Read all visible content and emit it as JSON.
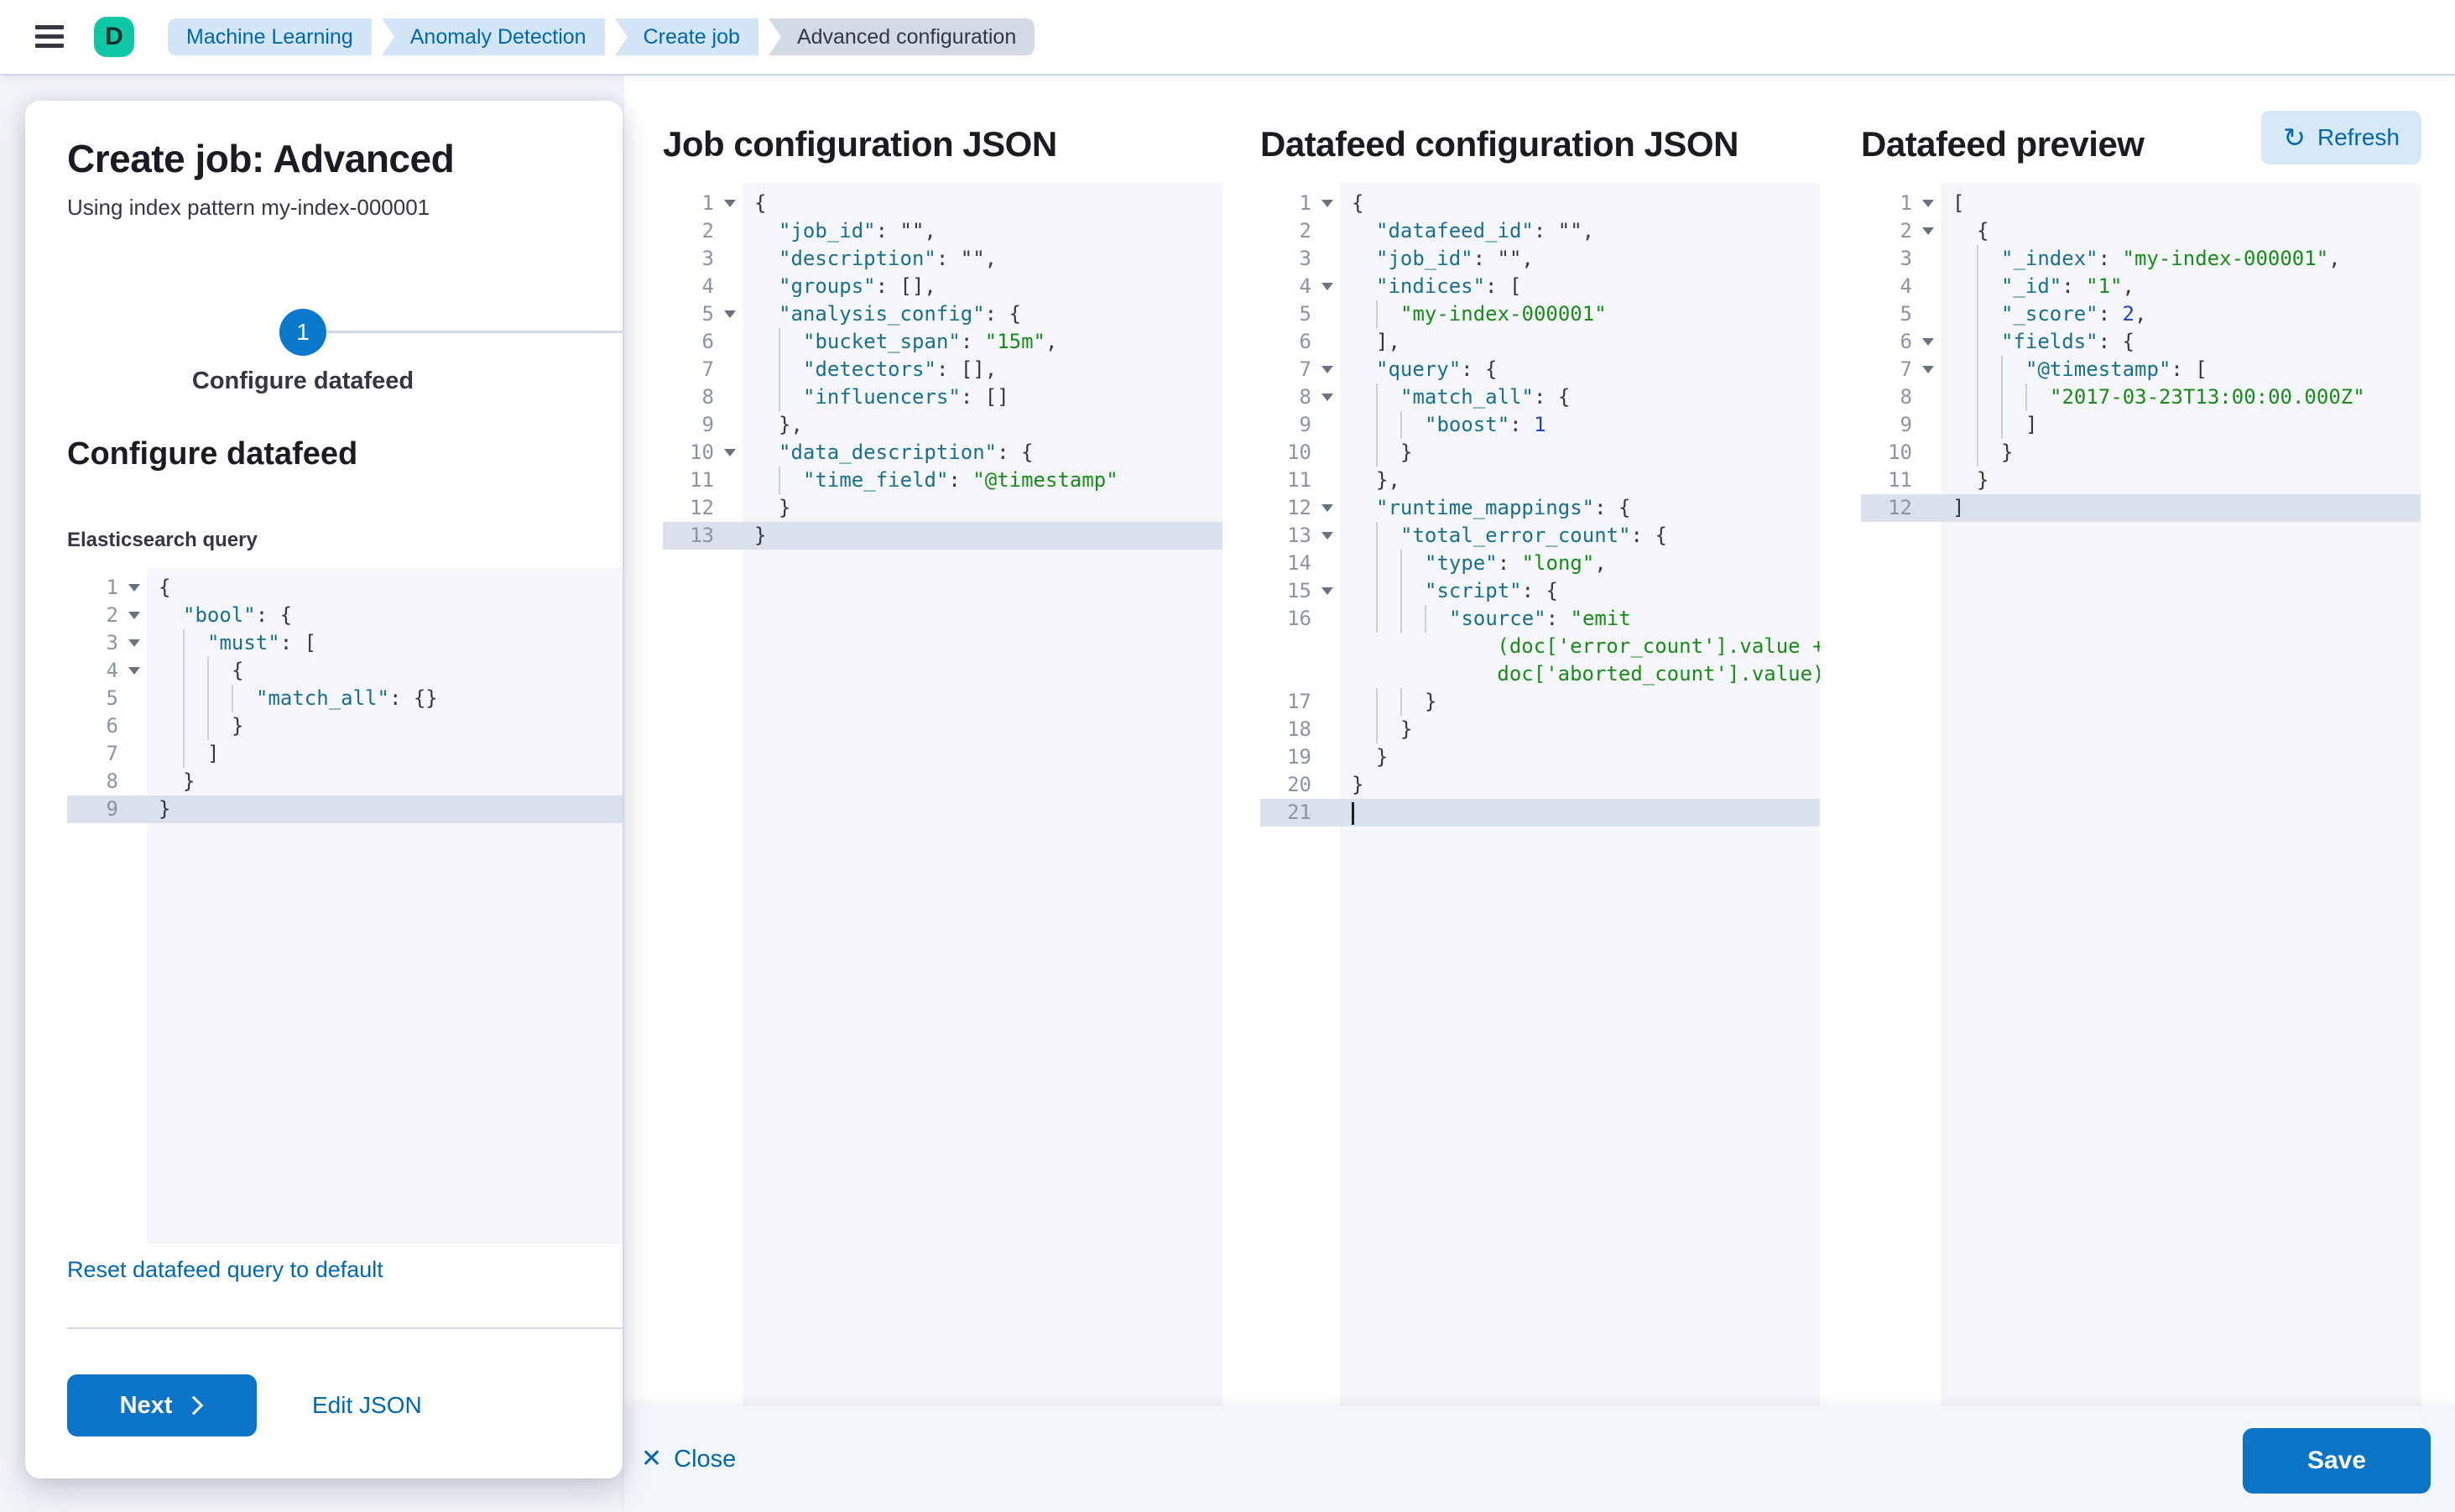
{
  "header": {
    "avatar_initial": "D",
    "breadcrumbs": [
      {
        "label": "Machine Learning",
        "style": "blue"
      },
      {
        "label": "Anomaly Detection",
        "style": "blue"
      },
      {
        "label": "Create job",
        "style": "blue"
      },
      {
        "label": "Advanced configuration",
        "style": "gray"
      }
    ]
  },
  "flyout": {
    "title": "Create job: Advanced",
    "subtitle": "Using index pattern my-index-000001",
    "step_number": "1",
    "step_label": "Configure datafeed",
    "section_heading": "Configure datafeed",
    "query_label": "Elasticsearch query",
    "reset_link": "Reset datafeed query to default",
    "next_button": "Next",
    "edit_json_button": "Edit JSON"
  },
  "columns": {
    "job_config_title": "Job configuration JSON",
    "datafeed_config_title": "Datafeed configuration JSON",
    "preview_title": "Datafeed preview",
    "refresh_button": "Refresh",
    "refresh_icon": "↻"
  },
  "footer": {
    "close_button": "Close",
    "close_icon": "✕",
    "save_button": "Save"
  },
  "colors": {
    "primary_button": "#0b74c6",
    "link_blue": "#0068b1",
    "breadcrumb_blue_bg": "#d2e6f8",
    "breadcrumb_gray_bg": "#d3dae6",
    "avatar_green": "#10c7a5",
    "step_circle_blue": "#0b79cb",
    "editor_bg": "#f4f6fa",
    "active_line_bg": "#dbe1ec",
    "code_key": "#19708e",
    "code_string": "#188c18",
    "code_number": "#2540c8",
    "code_punct": "#343741"
  },
  "editors": {
    "es_query": {
      "lines": [
        {
          "no": 1,
          "fold": true,
          "ind": 0,
          "seg": [
            [
              "p",
              "{"
            ]
          ]
        },
        {
          "no": 2,
          "fold": true,
          "ind": 1,
          "seg": [
            [
              "k",
              "\"bool\""
            ],
            [
              "p",
              ": {"
            ]
          ]
        },
        {
          "no": 3,
          "fold": true,
          "ind": 2,
          "seg": [
            [
              "k",
              "\"must\""
            ],
            [
              "p",
              ": ["
            ]
          ]
        },
        {
          "no": 4,
          "fold": true,
          "ind": 3,
          "seg": [
            [
              "p",
              "{"
            ]
          ]
        },
        {
          "no": 5,
          "ind": 4,
          "seg": [
            [
              "k",
              "\"match_all\""
            ],
            [
              "p",
              ": {}"
            ]
          ]
        },
        {
          "no": 6,
          "ind": 3,
          "seg": [
            [
              "p",
              "}"
            ]
          ]
        },
        {
          "no": 7,
          "ind": 2,
          "seg": [
            [
              "p",
              "]"
            ]
          ]
        },
        {
          "no": 8,
          "ind": 1,
          "seg": [
            [
              "p",
              "}"
            ]
          ]
        },
        {
          "no": 9,
          "ind": 0,
          "hl": true,
          "seg": [
            [
              "p",
              "}"
            ]
          ]
        }
      ]
    },
    "job_config": {
      "lines": [
        {
          "no": 1,
          "fold": true,
          "ind": 0,
          "seg": [
            [
              "p",
              "{"
            ]
          ]
        },
        {
          "no": 2,
          "ind": 1,
          "seg": [
            [
              "k",
              "\"job_id\""
            ],
            [
              "p",
              ": \"\","
            ]
          ]
        },
        {
          "no": 3,
          "ind": 1,
          "seg": [
            [
              "k",
              "\"description\""
            ],
            [
              "p",
              ": \"\","
            ]
          ]
        },
        {
          "no": 4,
          "ind": 1,
          "seg": [
            [
              "k",
              "\"groups\""
            ],
            [
              "p",
              ": [],"
            ]
          ]
        },
        {
          "no": 5,
          "fold": true,
          "ind": 1,
          "seg": [
            [
              "k",
              "\"analysis_config\""
            ],
            [
              "p",
              ": {"
            ]
          ]
        },
        {
          "no": 6,
          "ind": 2,
          "seg": [
            [
              "k",
              "\"bucket_span\""
            ],
            [
              "p",
              ": "
            ],
            [
              "s",
              "\"15m\""
            ],
            [
              "p",
              ","
            ]
          ]
        },
        {
          "no": 7,
          "ind": 2,
          "seg": [
            [
              "k",
              "\"detectors\""
            ],
            [
              "p",
              ": [],"
            ]
          ]
        },
        {
          "no": 8,
          "ind": 2,
          "seg": [
            [
              "k",
              "\"influencers\""
            ],
            [
              "p",
              ": []"
            ]
          ]
        },
        {
          "no": 9,
          "ind": 1,
          "seg": [
            [
              "p",
              "},"
            ]
          ]
        },
        {
          "no": 10,
          "fold": true,
          "ind": 1,
          "seg": [
            [
              "k",
              "\"data_description\""
            ],
            [
              "p",
              ": {"
            ]
          ]
        },
        {
          "no": 11,
          "ind": 2,
          "seg": [
            [
              "k",
              "\"time_field\""
            ],
            [
              "p",
              ": "
            ],
            [
              "s",
              "\"@timestamp\""
            ]
          ]
        },
        {
          "no": 12,
          "ind": 1,
          "seg": [
            [
              "p",
              "}"
            ]
          ]
        },
        {
          "no": 13,
          "ind": 0,
          "hl": true,
          "seg": [
            [
              "p",
              "}"
            ]
          ]
        }
      ]
    },
    "datafeed_config": {
      "lines": [
        {
          "no": 1,
          "fold": true,
          "ind": 0,
          "seg": [
            [
              "p",
              "{"
            ]
          ]
        },
        {
          "no": 2,
          "ind": 1,
          "seg": [
            [
              "k",
              "\"datafeed_id\""
            ],
            [
              "p",
              ": \"\","
            ]
          ]
        },
        {
          "no": 3,
          "ind": 1,
          "seg": [
            [
              "k",
              "\"job_id\""
            ],
            [
              "p",
              ": \"\","
            ]
          ]
        },
        {
          "no": 4,
          "fold": true,
          "ind": 1,
          "seg": [
            [
              "k",
              "\"indices\""
            ],
            [
              "p",
              ": ["
            ]
          ]
        },
        {
          "no": 5,
          "ind": 2,
          "seg": [
            [
              "s",
              "\"my-index-000001\""
            ]
          ]
        },
        {
          "no": 6,
          "ind": 1,
          "seg": [
            [
              "p",
              "],"
            ]
          ]
        },
        {
          "no": 7,
          "fold": true,
          "ind": 1,
          "seg": [
            [
              "k",
              "\"query\""
            ],
            [
              "p",
              ": {"
            ]
          ]
        },
        {
          "no": 8,
          "fold": true,
          "ind": 2,
          "seg": [
            [
              "k",
              "\"match_all\""
            ],
            [
              "p",
              ": {"
            ]
          ]
        },
        {
          "no": 9,
          "ind": 3,
          "seg": [
            [
              "k",
              "\"boost\""
            ],
            [
              "p",
              ": "
            ],
            [
              "n",
              "1"
            ]
          ]
        },
        {
          "no": 10,
          "ind": 2,
          "seg": [
            [
              "p",
              "}"
            ]
          ]
        },
        {
          "no": 11,
          "ind": 1,
          "seg": [
            [
              "p",
              "},"
            ]
          ]
        },
        {
          "no": 12,
          "fold": true,
          "ind": 1,
          "seg": [
            [
              "k",
              "\"runtime_mappings\""
            ],
            [
              "p",
              ": {"
            ]
          ]
        },
        {
          "no": 13,
          "fold": true,
          "ind": 2,
          "seg": [
            [
              "k",
              "\"total_error_count\""
            ],
            [
              "p",
              ": {"
            ]
          ]
        },
        {
          "no": 14,
          "ind": 3,
          "seg": [
            [
              "k",
              "\"type\""
            ],
            [
              "p",
              ": "
            ],
            [
              "s",
              "\"long\""
            ],
            [
              "p",
              ","
            ]
          ]
        },
        {
          "no": 15,
          "fold": true,
          "ind": 3,
          "seg": [
            [
              "k",
              "\"script\""
            ],
            [
              "p",
              ": {"
            ]
          ]
        },
        {
          "no": 16,
          "ind": 4,
          "seg": [
            [
              "k",
              "\"source\""
            ],
            [
              "p",
              ": "
            ],
            [
              "s",
              "\"emit"
            ],
            [
              "br",
              ""
            ],
            [
              "s",
              "            (doc['error_count'].value +"
            ],
            [
              "br",
              ""
            ],
            [
              "s",
              "            doc['aborted_count'].value)\""
            ]
          ]
        },
        {
          "no": 17,
          "ind": 3,
          "seg": [
            [
              "p",
              "}"
            ]
          ]
        },
        {
          "no": 18,
          "ind": 2,
          "seg": [
            [
              "p",
              "}"
            ]
          ]
        },
        {
          "no": 19,
          "ind": 1,
          "seg": [
            [
              "p",
              "}"
            ]
          ]
        },
        {
          "no": 20,
          "ind": 0,
          "seg": [
            [
              "p",
              "}"
            ]
          ]
        },
        {
          "no": 21,
          "ind": 0,
          "hl": true,
          "cur": true,
          "seg": []
        }
      ]
    },
    "datafeed_preview": {
      "lines": [
        {
          "no": 1,
          "fold": true,
          "ind": 0,
          "seg": [
            [
              "p",
              "["
            ]
          ]
        },
        {
          "no": 2,
          "fold": true,
          "ind": 1,
          "seg": [
            [
              "p",
              "{"
            ]
          ]
        },
        {
          "no": 3,
          "ind": 2,
          "seg": [
            [
              "k",
              "\"_index\""
            ],
            [
              "p",
              ": "
            ],
            [
              "s",
              "\"my-index-000001\""
            ],
            [
              "p",
              ","
            ]
          ]
        },
        {
          "no": 4,
          "ind": 2,
          "seg": [
            [
              "k",
              "\"_id\""
            ],
            [
              "p",
              ": "
            ],
            [
              "s",
              "\"1\""
            ],
            [
              "p",
              ","
            ]
          ]
        },
        {
          "no": 5,
          "ind": 2,
          "seg": [
            [
              "k",
              "\"_score\""
            ],
            [
              "p",
              ": "
            ],
            [
              "n",
              "2"
            ],
            [
              "p",
              ","
            ]
          ]
        },
        {
          "no": 6,
          "fold": true,
          "ind": 2,
          "seg": [
            [
              "k",
              "\"fields\""
            ],
            [
              "p",
              ": {"
            ]
          ]
        },
        {
          "no": 7,
          "fold": true,
          "ind": 3,
          "seg": [
            [
              "k",
              "\"@timestamp\""
            ],
            [
              "p",
              ": ["
            ]
          ]
        },
        {
          "no": 8,
          "ind": 4,
          "seg": [
            [
              "s",
              "\"2017-03-23T13:00:00.000Z\""
            ]
          ]
        },
        {
          "no": 9,
          "ind": 3,
          "seg": [
            [
              "p",
              "]"
            ]
          ]
        },
        {
          "no": 10,
          "ind": 2,
          "seg": [
            [
              "p",
              "}"
            ]
          ]
        },
        {
          "no": 11,
          "ind": 1,
          "seg": [
            [
              "p",
              "}"
            ]
          ]
        },
        {
          "no": 12,
          "ind": 0,
          "hl": true,
          "seg": [
            [
              "p",
              "]"
            ]
          ]
        }
      ]
    }
  }
}
